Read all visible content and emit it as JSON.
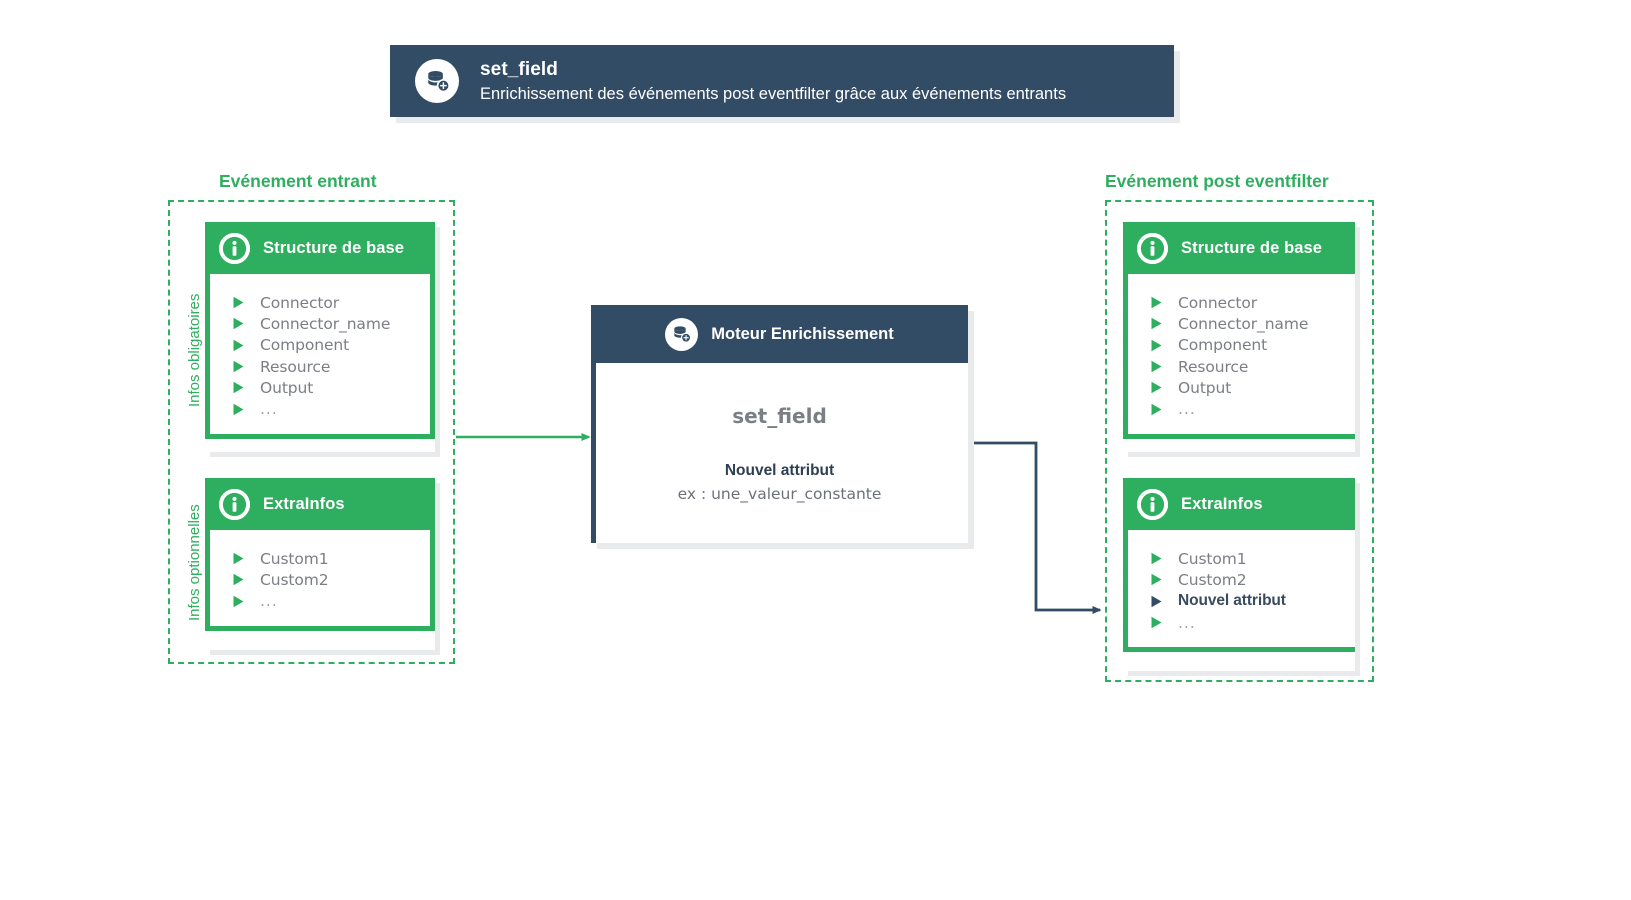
{
  "header": {
    "icon": "database-plus-icon",
    "title": "set_field",
    "subtitle": "Enrichissement des événements post eventfilter grâce aux événements entrants",
    "background_color": "#334c66"
  },
  "colors": {
    "green": "#2eaf5f",
    "navy": "#334c66",
    "text_gray": "#7b7f85",
    "shadow": "#e9eaec"
  },
  "left_panel": {
    "caption": "Evénement entrant",
    "side_labels": {
      "mandatory": "Infos obligatoires",
      "optional": "Infos optionnelles"
    },
    "cards": [
      {
        "icon": "info-circle-icon",
        "title": "Structure de base",
        "fields": [
          {
            "label": "Connector",
            "bold": false
          },
          {
            "label": "Connector_name",
            "bold": false
          },
          {
            "label": "Component",
            "bold": false
          },
          {
            "label": "Resource",
            "bold": false
          },
          {
            "label": "Output",
            "bold": false
          },
          {
            "label": "...",
            "bold": false
          }
        ]
      },
      {
        "icon": "info-circle-icon",
        "title": "ExtraInfos",
        "fields": [
          {
            "label": "Custom1",
            "bold": false
          },
          {
            "label": "Custom2",
            "bold": false
          },
          {
            "label": "...",
            "bold": false
          }
        ]
      }
    ]
  },
  "engine": {
    "icon": "database-plus-icon",
    "title": "Moteur Enrichissement",
    "operation": "set_field",
    "attribute_label": "Nouvel attribut",
    "attribute_example": "ex : une_valeur_constante"
  },
  "right_panel": {
    "caption": "Evénement post eventfilter",
    "cards": [
      {
        "icon": "info-circle-icon",
        "title": "Structure de base",
        "fields": [
          {
            "label": "Connector",
            "bold": false
          },
          {
            "label": "Connector_name",
            "bold": false
          },
          {
            "label": "Component",
            "bold": false
          },
          {
            "label": "Resource",
            "bold": false
          },
          {
            "label": "Output",
            "bold": false
          },
          {
            "label": "...",
            "bold": false
          }
        ]
      },
      {
        "icon": "info-circle-icon",
        "title": "ExtraInfos",
        "fields": [
          {
            "label": "Custom1",
            "bold": false
          },
          {
            "label": "Custom2",
            "bold": false
          },
          {
            "label": "Nouvel attribut",
            "bold": true
          },
          {
            "label": "...",
            "bold": false
          }
        ]
      }
    ]
  },
  "connectors": [
    {
      "name": "incoming-to-engine",
      "color": "#2eaf5f"
    },
    {
      "name": "engine-to-output",
      "color": "#334c66"
    }
  ]
}
